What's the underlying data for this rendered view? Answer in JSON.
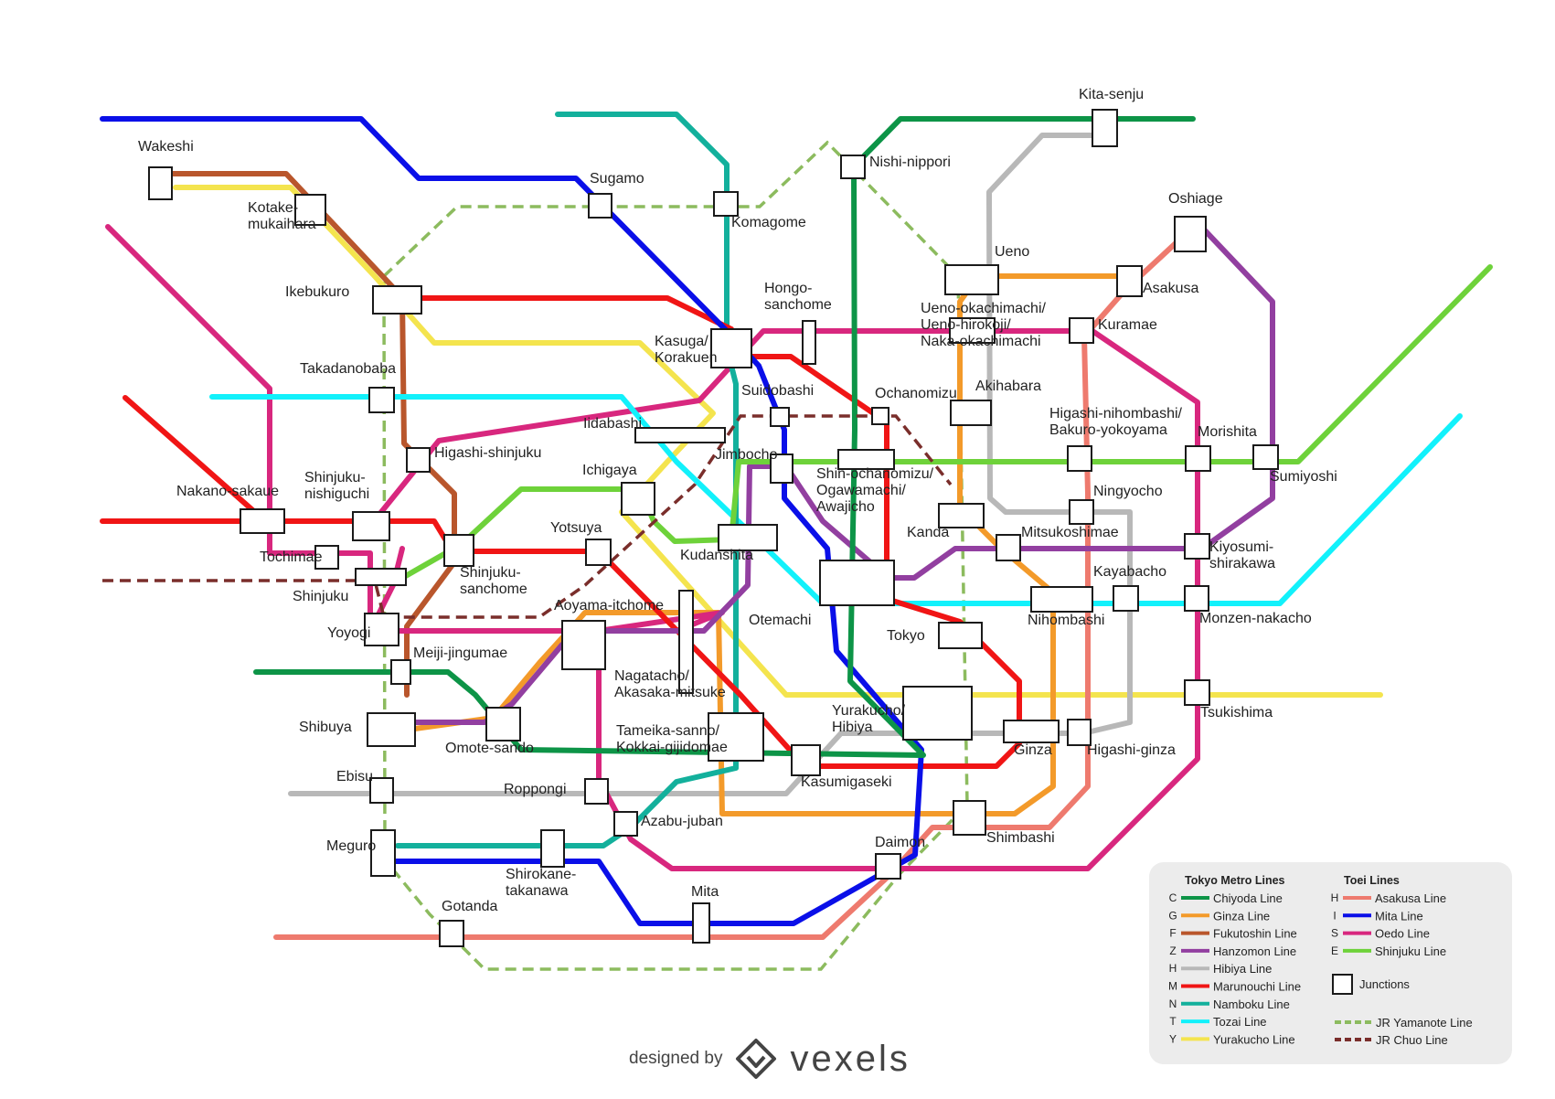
{
  "lines": {
    "chiyoda": {
      "name": "Chiyoda Line",
      "code": "C",
      "color": "#0d9447"
    },
    "ginza": {
      "name": "Ginza Line",
      "code": "G",
      "color": "#f39a2a"
    },
    "fukutoshin": {
      "name": "Fukutoshin Line",
      "code": "F",
      "color": "#b9562c"
    },
    "hanzomon": {
      "name": "Hanzomon Line",
      "code": "Z",
      "color": "#923fa0"
    },
    "hibiya": {
      "name": "Hibiya Line",
      "code": "H",
      "color": "#b8b8b8"
    },
    "marunouchi": {
      "name": "Marunouchi Line",
      "code": "M",
      "color": "#f01515"
    },
    "namboku": {
      "name": "Namboku Line",
      "code": "N",
      "color": "#13b09c"
    },
    "tozai": {
      "name": "Tozai Line",
      "code": "T",
      "color": "#12f1fb"
    },
    "yurakucho": {
      "name": "Yurakucho Line",
      "code": "Y",
      "color": "#f4e44e"
    },
    "asakusa": {
      "name": "Asakusa Line",
      "code": "H",
      "color": "#ee7a6e"
    },
    "mita": {
      "name": "Mita Line",
      "code": "I",
      "color": "#0a0fe8"
    },
    "oedo": {
      "name": "Oedo Line",
      "code": "S",
      "color": "#d8277e"
    },
    "shinjuku": {
      "name": "Shinjuku Line",
      "code": "E",
      "color": "#6ed23a"
    },
    "yamanote": {
      "name": "JR Yamanote Line",
      "color": "#8cbb5e"
    },
    "chuo": {
      "name": "JR Chuo Line",
      "color": "#7a2e2b"
    }
  },
  "stations": [
    {
      "id": "wakeshi",
      "label": "Wakeshi"
    },
    {
      "id": "kotake",
      "label": "Kotake-\nmukaihara"
    },
    {
      "id": "ikebukuro",
      "label": "Ikebukuro"
    },
    {
      "id": "takadanobaba",
      "label": "Takadanobaba"
    },
    {
      "id": "higashi-shinjuku",
      "label": "Higashi-shinjuku"
    },
    {
      "id": "nakano-sakaue",
      "label": "Nakano-sakaue"
    },
    {
      "id": "nishiguchi",
      "label": "Shinjuku-\nnishiguchi"
    },
    {
      "id": "tochimae",
      "label": "Tochimae"
    },
    {
      "id": "shinjuku",
      "label": "Shinjuku"
    },
    {
      "id": "shinjuku-sanchome",
      "label": "Shinjuku-\nsanchome"
    },
    {
      "id": "yoyogi",
      "label": "Yoyogi"
    },
    {
      "id": "meiji-jingumae",
      "label": "Meiji-jingumae"
    },
    {
      "id": "shibuya",
      "label": "Shibuya"
    },
    {
      "id": "omote-sando",
      "label": "Omote-sando"
    },
    {
      "id": "ebisu",
      "label": "Ebisu"
    },
    {
      "id": "meguro",
      "label": "Meguro"
    },
    {
      "id": "shirokane",
      "label": "Shirokane-\ntakanawa"
    },
    {
      "id": "gotanda",
      "label": "Gotanda"
    },
    {
      "id": "mita",
      "label": "Mita"
    },
    {
      "id": "sugamo",
      "label": "Sugamo"
    },
    {
      "id": "komagome",
      "label": "Komagome"
    },
    {
      "id": "kasuga",
      "label": "Kasuga/\nKorakuen"
    },
    {
      "id": "hongo",
      "label": "Hongo-\nsanchome"
    },
    {
      "id": "iidabashi",
      "label": "Iidabashi"
    },
    {
      "id": "ichigaya",
      "label": "Ichigaya"
    },
    {
      "id": "yotsuya",
      "label": "Yotsuya"
    },
    {
      "id": "aoyama",
      "label": "Aoyama-itchome"
    },
    {
      "id": "nagatacho",
      "label": "Nagatacho/\nAkasaka-mitsuke"
    },
    {
      "id": "tameike",
      "label": "Tameika-sanno/\nKokkai-gijidomae"
    },
    {
      "id": "roppongi",
      "label": "Roppongi"
    },
    {
      "id": "azabu",
      "label": "Azabu-juban"
    },
    {
      "id": "kasumigaseki",
      "label": "Kasumigaseki"
    },
    {
      "id": "kudanshita",
      "label": "Kudanshita"
    },
    {
      "id": "jimbocho",
      "label": "Jimbocho"
    },
    {
      "id": "suidobashi",
      "label": "Suidobashi"
    },
    {
      "id": "ochanomizu",
      "label": "Ochanomizu"
    },
    {
      "id": "shin-ochanomizu",
      "label": "Shin-ochanomizu/\nOgawamachi/\nAwajicho"
    },
    {
      "id": "otemachi",
      "label": "Otemachi"
    },
    {
      "id": "tokyo",
      "label": "Tokyo"
    },
    {
      "id": "kanda",
      "label": "Kanda"
    },
    {
      "id": "yurakucho",
      "label": "Yurakucho/\nHibiya"
    },
    {
      "id": "ginza",
      "label": "Ginza"
    },
    {
      "id": "higashi-ginza",
      "label": "Higashi-ginza"
    },
    {
      "id": "shimbashi",
      "label": "Shimbashi"
    },
    {
      "id": "daimon",
      "label": "Daimon"
    },
    {
      "id": "nishi-nippori",
      "label": "Nishi-nippori"
    },
    {
      "id": "kita-senju",
      "label": "Kita-senju"
    },
    {
      "id": "ueno",
      "label": "Ueno"
    },
    {
      "id": "ueno-okachimachi",
      "label": "Ueno-okachimachi/\nUeno-hirokoji/\nNaka-okachimachi"
    },
    {
      "id": "akihabara",
      "label": "Akihabara"
    },
    {
      "id": "asakusa",
      "label": "Asakusa"
    },
    {
      "id": "oshiage",
      "label": "Oshiage"
    },
    {
      "id": "kuramae",
      "label": "Kuramae"
    },
    {
      "id": "higashi-nihombashi",
      "label": "Higashi-nihombashi/\nBakuro-yokoyama"
    },
    {
      "id": "morishita",
      "label": "Morishita"
    },
    {
      "id": "sumiyoshi",
      "label": "Sumiyoshi"
    },
    {
      "id": "ningyocho",
      "label": "Ningyocho"
    },
    {
      "id": "mitsukoshimae",
      "label": "Mitsukoshimae"
    },
    {
      "id": "kiyosumi",
      "label": "Kiyosumi-\nshirakawa"
    },
    {
      "id": "kayabacho",
      "label": "Kayabacho"
    },
    {
      "id": "nihombashi",
      "label": "Nihombashi"
    },
    {
      "id": "monzen",
      "label": "Monzen-nakacho"
    },
    {
      "id": "tsukishima",
      "label": "Tsukishima"
    }
  ],
  "legend": {
    "metro_title": "Tokyo Metro Lines",
    "toei_title": "Toei Lines",
    "metro": [
      "chiyoda",
      "ginza",
      "fukutoshin",
      "hanzomon",
      "hibiya",
      "marunouchi",
      "namboku",
      "tozai",
      "yurakucho"
    ],
    "toei": [
      "asakusa",
      "mita",
      "oedo",
      "shinjuku"
    ],
    "junctions_label": "Junctions",
    "jr": [
      "yamanote",
      "chuo"
    ]
  },
  "credit": {
    "prefix": "designed by",
    "brand": "vexels"
  }
}
